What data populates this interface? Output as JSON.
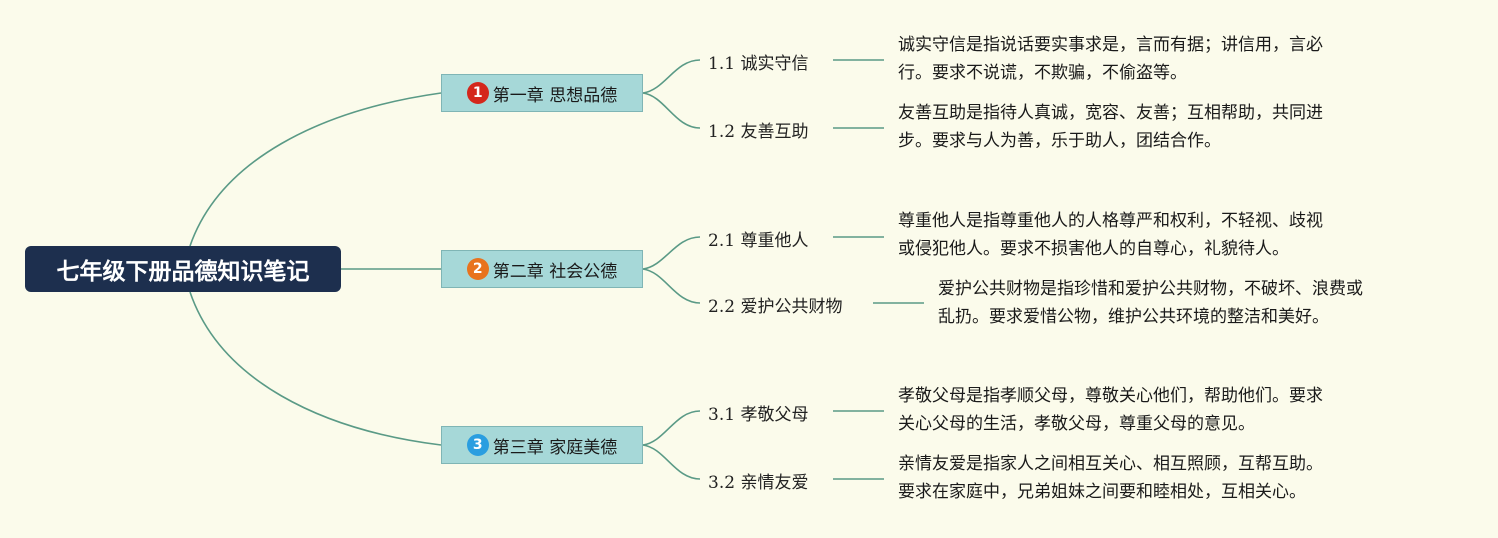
{
  "root": {
    "title": "七年级下册品德知识笔记"
  },
  "colors": {
    "line": "#5a9a86",
    "root_bg": "#1d2f4e",
    "chapter_bg": "#a6d8d8"
  },
  "chapters": [
    {
      "badge": "1",
      "badge_color": "#d4271c",
      "title": "第一章 思想品德",
      "sections": [
        {
          "num": "1.1",
          "title": "诚实守信",
          "lines": [
            "诚实守信是指说话要实事求是，言而有据；讲信用，言必",
            "行。要求不说谎，不欺骗，不偷盗等。"
          ]
        },
        {
          "num": "1.2",
          "title": "友善互助",
          "lines": [
            "友善互助是指待人真诚，宽容、友善；互相帮助，共同进",
            "步。要求与人为善，乐于助人，团结合作。"
          ]
        }
      ]
    },
    {
      "badge": "2",
      "badge_color": "#e8731e",
      "title": "第二章 社会公德",
      "sections": [
        {
          "num": "2.1",
          "title": "尊重他人",
          "lines": [
            "尊重他人是指尊重他人的人格尊严和权利，不轻视、歧视",
            "或侵犯他人。要求不损害他人的自尊心，礼貌待人。"
          ]
        },
        {
          "num": "2.2",
          "title": "爱护公共财物",
          "lines": [
            "爱护公共财物是指珍惜和爱护公共财物，不破坏、浪费或",
            "乱扔。要求爱惜公物，维护公共环境的整洁和美好。"
          ]
        }
      ]
    },
    {
      "badge": "3",
      "badge_color": "#2a9ee0",
      "title": "第三章 家庭美德",
      "sections": [
        {
          "num": "3.1",
          "title": "孝敬父母",
          "lines": [
            "孝敬父母是指孝顺父母，尊敬关心他们，帮助他们。要求",
            "关心父母的生活，孝敬父母，尊重父母的意见。"
          ]
        },
        {
          "num": "3.2",
          "title": "亲情友爱",
          "lines": [
            "亲情友爱是指家人之间相互关心、相互照顾，互帮互助。",
            "要求在家庭中，兄弟姐妹之间要和睦相处，互相关心。"
          ]
        }
      ]
    }
  ]
}
